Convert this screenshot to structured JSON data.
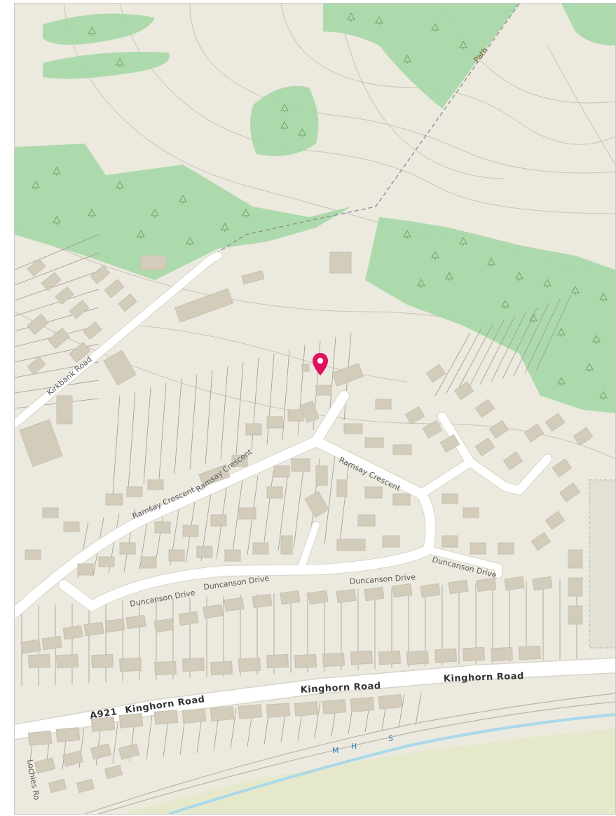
{
  "colors": {
    "land": "#ece9df",
    "woodland": "#a6d8a6",
    "building": "#d3ccbb",
    "building_shadow": "#c6c0b1",
    "road": "#ffffff",
    "road_casing": "#d8d4c9",
    "contour": "#c9c4b6",
    "plot_line": "#9e998e",
    "water": "#a9d9ea",
    "beach": "#e6e8cc",
    "marker": "#e0115f",
    "path_line": "#8c8c8c"
  },
  "map": {
    "marker": {
      "icon": "location-pin-icon"
    },
    "labels": {
      "path": "Path",
      "kirkbank_road": "Kirkbank Road",
      "ramsay_crescent_1": "Ramsay Crescent",
      "ramsay_crescent_2": "Ramsay Crescent",
      "ramsay_crescent_3": "Ramsay Crescent",
      "duncanson_drive_1": "Duncanson Drive",
      "duncanson_drive_2": "Duncanson Drive",
      "duncanson_drive_3": "Duncanson Drive",
      "duncanson_drive_4": "Duncanson Drive",
      "a921": "A921",
      "kinghorn_road_1": "Kinghorn Road",
      "kinghorn_road_2": "Kinghorn Road",
      "kinghorn_road_3": "Kinghorn Road",
      "lochies_road": "Lochies Ro",
      "water_m": "M",
      "water_h": "H",
      "water_s": "S"
    }
  }
}
